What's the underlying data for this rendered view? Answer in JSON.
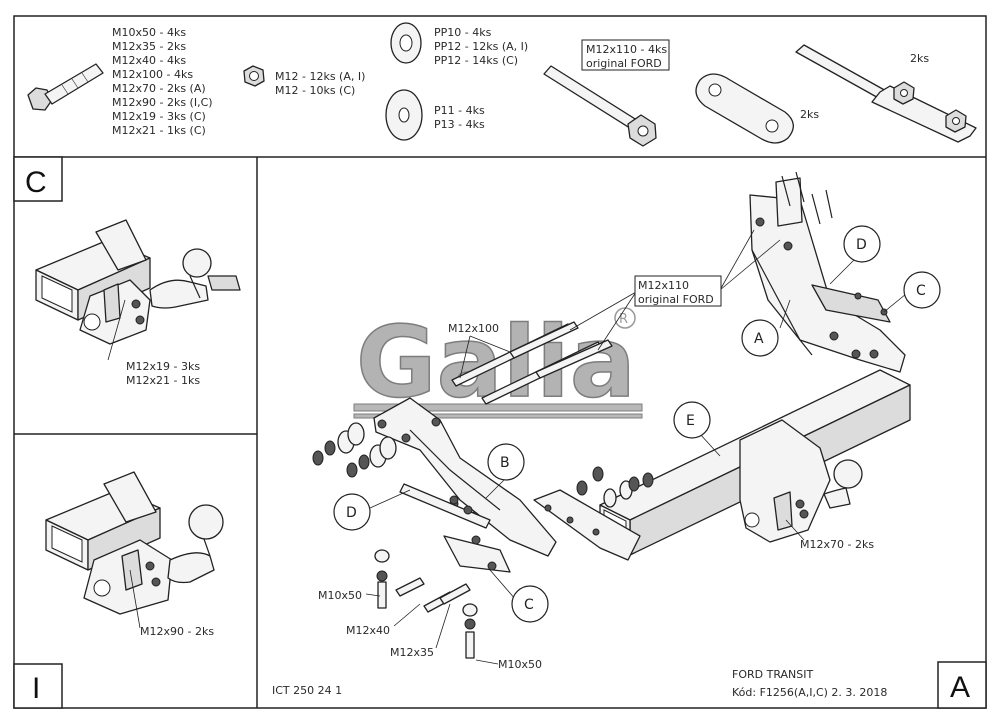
{
  "hardware": {
    "bolts": [
      "M10x50 - 4ks",
      "M12x35 - 2ks",
      "M12x40 - 4ks",
      "M12x100 - 4ks",
      "M12x70 - 2ks (A)",
      "M12x90 - 2ks (I,C)",
      "M12x19 - 3ks (C)",
      "M12x21 - 1ks (C)"
    ],
    "nuts": [
      "M12 - 12ks (A, I)",
      "M12 - 10ks (C)"
    ],
    "washers_pp": [
      "PP10 - 4ks",
      "PP12 - 12ks (A, I)",
      "PP12 - 14ks (C)"
    ],
    "washers_p": [
      "P11 - 4ks",
      "P13 - 4ks"
    ],
    "original_bolt": [
      "M12x110 - 4ks",
      "original FORD"
    ],
    "plate_qty": "2ks",
    "bracket_qty": "2ks"
  },
  "panels": {
    "c_letter": "C",
    "i_letter": "I",
    "a_letter": "A",
    "c_bolts": [
      "M12x19 - 3ks",
      "M12x21 - 1ks"
    ],
    "i_bolts": "M12x90 - 2ks"
  },
  "main": {
    "logo": "Galia",
    "m12x100": "M12x100",
    "m12x110": [
      "M12x110",
      "original FORD"
    ],
    "m12x70": "M12x70 - 2ks",
    "m10x50_a": "M10x50",
    "m12x40": "M12x40",
    "m12x35": "M12x35",
    "m10x50_b": "M10x50",
    "callouts": [
      "A",
      "B",
      "C",
      "D",
      "E",
      "C",
      "D"
    ]
  },
  "footer": {
    "ict": "ICT 250 24 1",
    "model": "FORD TRANSIT",
    "code": "Kód: F1256(A,I,C)  2. 3. 2018"
  }
}
